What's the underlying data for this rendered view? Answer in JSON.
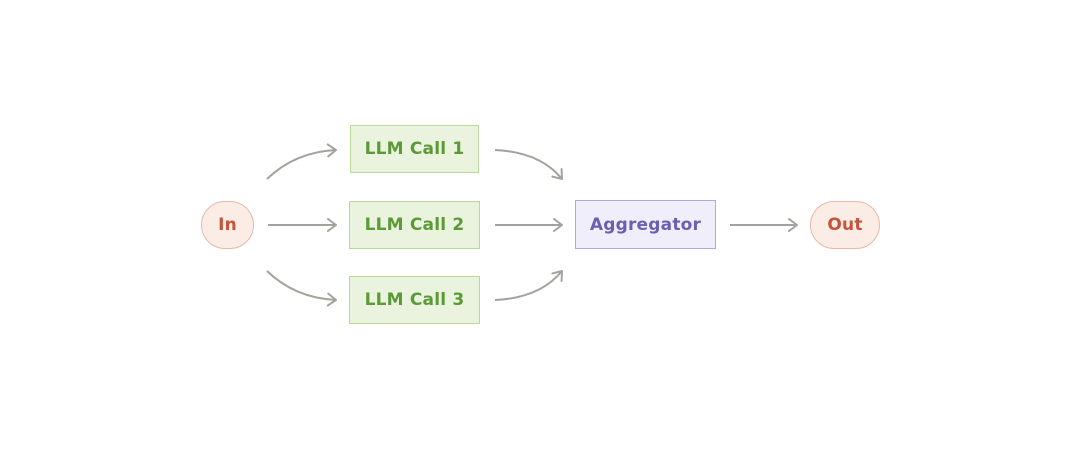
{
  "diagram": {
    "nodes": {
      "input": "In",
      "llm_call_1": "LLM Call 1",
      "llm_call_2": "LLM Call 2",
      "llm_call_3": "LLM Call 3",
      "aggregator": "Aggregator",
      "output": "Out"
    },
    "edges": [
      {
        "from": "In",
        "to": "LLM Call 1"
      },
      {
        "from": "In",
        "to": "LLM Call 2"
      },
      {
        "from": "In",
        "to": "LLM Call 3"
      },
      {
        "from": "LLM Call 1",
        "to": "Aggregator"
      },
      {
        "from": "LLM Call 2",
        "to": "Aggregator"
      },
      {
        "from": "LLM Call 3",
        "to": "Aggregator"
      },
      {
        "from": "Aggregator",
        "to": "Out"
      }
    ],
    "colors": {
      "terminal_fill": "#fcece6",
      "terminal_border": "#eab7a6",
      "terminal_text": "#c4553a",
      "llm_fill": "#e9f3de",
      "llm_border": "#b9d99a",
      "llm_text": "#5b9a36",
      "aggregator_fill": "#f0eefb",
      "aggregator_border": "#b0a8dc",
      "aggregator_text": "#6a5fb0",
      "arrow": "#a3a39e"
    }
  }
}
